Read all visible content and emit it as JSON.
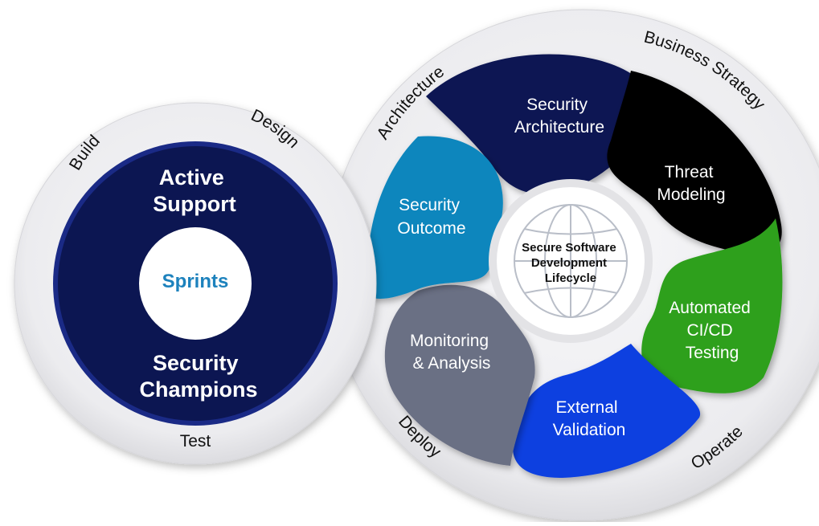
{
  "left_circle": {
    "ring_labels": {
      "build": "Build",
      "design": "Design",
      "test": "Test"
    },
    "active_support": [
      "Active",
      "Support"
    ],
    "center": "Sprints",
    "security_champions": [
      "Security",
      "Champions"
    ]
  },
  "right_circle": {
    "ring_labels": {
      "architecture": "Architecture",
      "business_strategy": "Business Strategy",
      "operate": "Operate",
      "deploy": "Deploy"
    },
    "center": [
      "Secure Software",
      "Development",
      "Lifecycle"
    ],
    "petals": {
      "security_architecture": {
        "lines": [
          "Security",
          "Architecture"
        ],
        "color": "#0c1652"
      },
      "threat_modeling": {
        "lines": [
          "Threat",
          "Modeling"
        ],
        "color": "#050505"
      },
      "automated_testing": {
        "lines": [
          "Automated",
          "CI/CD",
          "Testing"
        ],
        "color": "#2ea01f"
      },
      "external_validation": {
        "lines": [
          "External",
          "Validation"
        ],
        "color": "#0a3fe0"
      },
      "monitoring": {
        "lines": [
          "Monitoring",
          "& Analysis"
        ],
        "color": "#6b6f84"
      },
      "security_outcome": {
        "lines": [
          "Security",
          "Outcome"
        ],
        "color": "#0b86bd"
      }
    }
  },
  "colors": {
    "navy": "#0c1652",
    "ring_grey": "#e9e9ec",
    "sprints_blue": "#1d82bd"
  }
}
